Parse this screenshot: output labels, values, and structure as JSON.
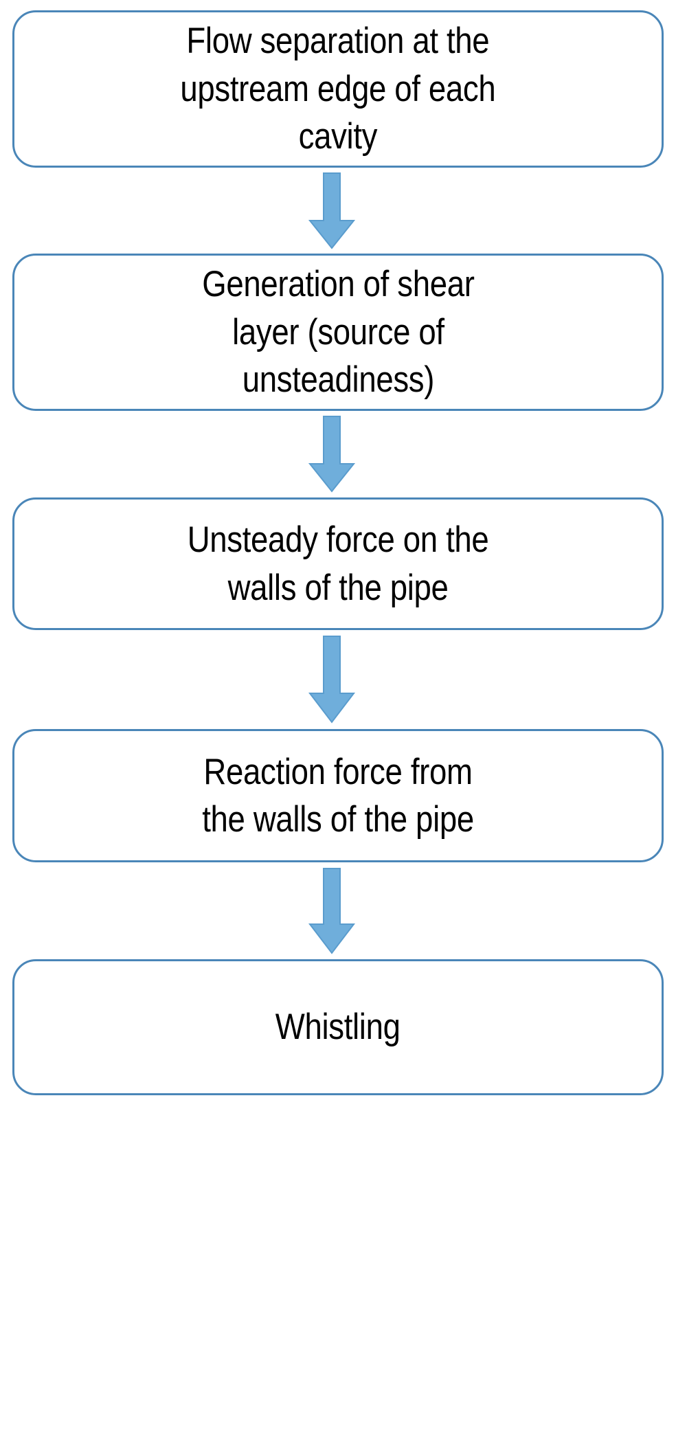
{
  "diagram": {
    "title": "Whistling generation mechanism flowchart",
    "type": "flowchart",
    "orientation": "vertical",
    "background_color": "#FFFFFF",
    "node_style": {
      "shape": "rounded-rectangle",
      "fill_color": "#FFFFFF",
      "border_color": "#4A86B8",
      "text_color": "#000000"
    },
    "arrow_style": {
      "shape": "block-arrow-down",
      "fill_color": "#6FAEDB",
      "border_color": "#4A86B8"
    },
    "nodes": [
      {
        "id": "node-flow-separation",
        "text": "Flow separation at the\nupstream edge of each\ncavity"
      },
      {
        "id": "node-shear-layer",
        "text": "Generation of shear\nlayer (source of\nunsteadiness)"
      },
      {
        "id": "node-unsteady-force",
        "text": "Unsteady force on the\nwalls of the pipe"
      },
      {
        "id": "node-reaction-force",
        "text": "Reaction force from\nthe walls of the pipe"
      },
      {
        "id": "node-whistling",
        "text": "Whistling"
      }
    ],
    "connectors": [
      {
        "id": "arrow-1",
        "icon": "arrow-down-icon",
        "from": "node-flow-separation",
        "to": "node-shear-layer"
      },
      {
        "id": "arrow-2",
        "icon": "arrow-down-icon",
        "from": "node-shear-layer",
        "to": "node-unsteady-force"
      },
      {
        "id": "arrow-3",
        "icon": "arrow-down-icon",
        "from": "node-unsteady-force",
        "to": "node-reaction-force"
      },
      {
        "id": "arrow-4",
        "icon": "arrow-down-icon",
        "from": "node-reaction-force",
        "to": "node-whistling"
      }
    ]
  }
}
